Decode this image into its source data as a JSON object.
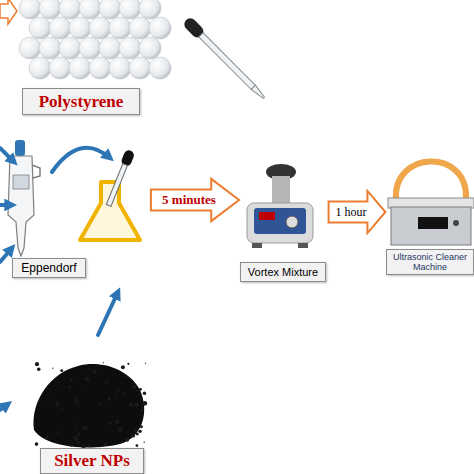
{
  "diagram": {
    "nodes": [
      {
        "text": [
          "Polystyrene"
        ]
      },
      {
        "text": [
          "Eppendorf"
        ]
      },
      {
        "text": [
          "5 minutes"
        ]
      },
      {
        "text": [
          "Vortex Mixture"
        ]
      },
      {
        "text": [
          "1 hour"
        ]
      },
      {
        "text": [
          "Ultrasonic Cleaner Machine"
        ]
      },
      {
        "text": [
          "Silver NPs"
        ]
      }
    ]
  }
}
